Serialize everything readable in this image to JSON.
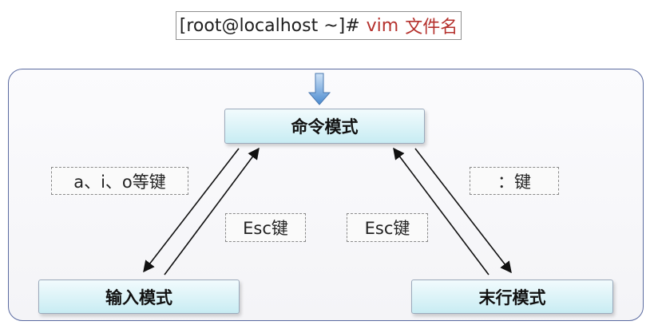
{
  "command": {
    "prompt": "[root@localhost ~]#",
    "name": "vim",
    "argument": "文件名"
  },
  "modes": {
    "command": "命令模式",
    "insert": "输入模式",
    "last_line": "末行模式"
  },
  "transitions": {
    "to_insert": "a、i、o等键",
    "insert_to_command": "Esc键",
    "last_to_command": "Esc键",
    "to_last_line": "：键"
  },
  "colors": {
    "command_keyword": "#b5312d",
    "frame_border": "#5a6aa0",
    "mode_fill": "#c8ecf3",
    "entry_arrow": "#5b9bd5"
  }
}
